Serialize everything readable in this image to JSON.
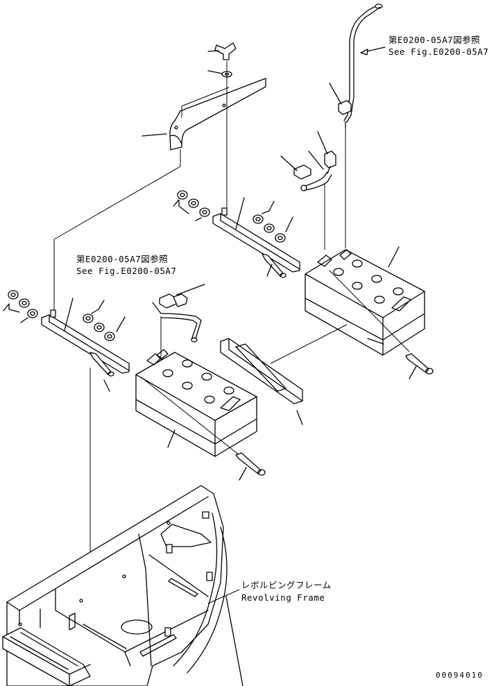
{
  "notes": {
    "ref_top_jp": "第E0200-05A7図参照",
    "ref_top_en": "See Fig.E0200-05A7",
    "ref_mid_jp": "第E0200-05A7図参照",
    "ref_mid_en": "See Fig.E0200-05A7",
    "frame_jp": "レボルビングフレーム",
    "frame_en": "Revolving Frame",
    "drawing_number": "00094010"
  }
}
